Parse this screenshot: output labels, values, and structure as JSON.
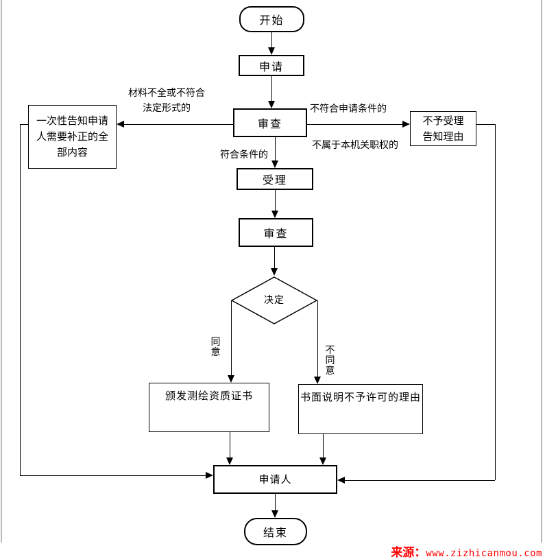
{
  "flowchart": {
    "nodes": {
      "start": {
        "label": "开始"
      },
      "apply": {
        "label": "申请"
      },
      "review1": {
        "label": "审查"
      },
      "notify_correction": {
        "lines": [
          "一次性告知申请",
          "人需要补正的全",
          "部内容"
        ]
      },
      "not_accept": {
        "lines": [
          "不予受理",
          "告知理由"
        ]
      },
      "accept": {
        "label": "受理"
      },
      "review2": {
        "label": "审查"
      },
      "decision": {
        "label": "决定"
      },
      "issue_certificate": {
        "label": "颁发测绘资质证书"
      },
      "written_explanation": {
        "label": "书面说明不予许可的理由"
      },
      "applicant": {
        "label": "申请人"
      },
      "end": {
        "label": "结束"
      }
    },
    "edge_labels": {
      "materials_incomplete": {
        "lines": [
          "材料不全或不符合",
          "法定形式的"
        ]
      },
      "not_meet_conditions": "不符合申请条件的",
      "not_within_authority": "不属于本机关职权的",
      "meets_conditions": "符合条件的",
      "agree": "同意",
      "disagree": "不同意"
    },
    "stroke_color": "#000000",
    "background_color": "#ffffff"
  },
  "watermark": {
    "prefix": "来源：",
    "url": "www.zizhicanmou.com",
    "color": "#ff0000"
  }
}
